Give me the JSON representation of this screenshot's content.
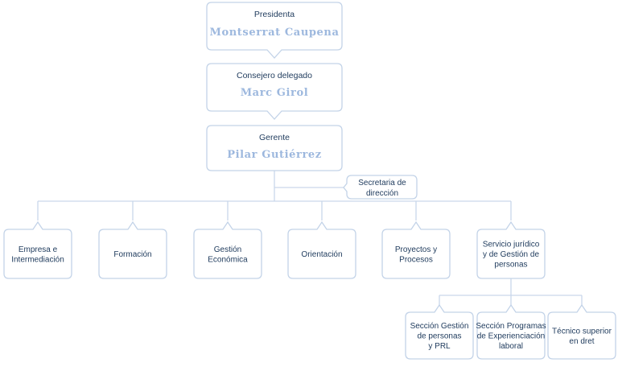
{
  "colors": {
    "line": "#c9d7ea",
    "box_border": "#c3d3e8",
    "role_text": "#1e3a5c",
    "name_text": "#9db8de",
    "background": "#ffffff"
  },
  "executives": [
    {
      "role": "Presidenta",
      "name": "Montserrat Caupena"
    },
    {
      "role": "Consejero delegado",
      "name": "Marc Girol"
    },
    {
      "role": "Gerente",
      "name": "Pilar Gutiérrez"
    }
  ],
  "secretary": {
    "label_line1": "Secretaria de",
    "label_line2": "dirección"
  },
  "departments": [
    {
      "lines": [
        "Empresa e",
        "Intermediación"
      ]
    },
    {
      "lines": [
        "Formación"
      ]
    },
    {
      "lines": [
        "Gestión",
        "Económica"
      ]
    },
    {
      "lines": [
        "Orientación"
      ]
    },
    {
      "lines": [
        "Proyectos y",
        "Procesos"
      ]
    },
    {
      "lines": [
        "Servicio jurídico",
        "y de Gestión de",
        "personas"
      ]
    }
  ],
  "sections": [
    {
      "lines": [
        "Sección Gestión",
        "de personas",
        "y PRL"
      ]
    },
    {
      "lines": [
        "Sección Programas",
        "de Experienciación",
        "laboral"
      ]
    },
    {
      "lines": [
        "Técnico superior",
        "en dret"
      ]
    }
  ]
}
